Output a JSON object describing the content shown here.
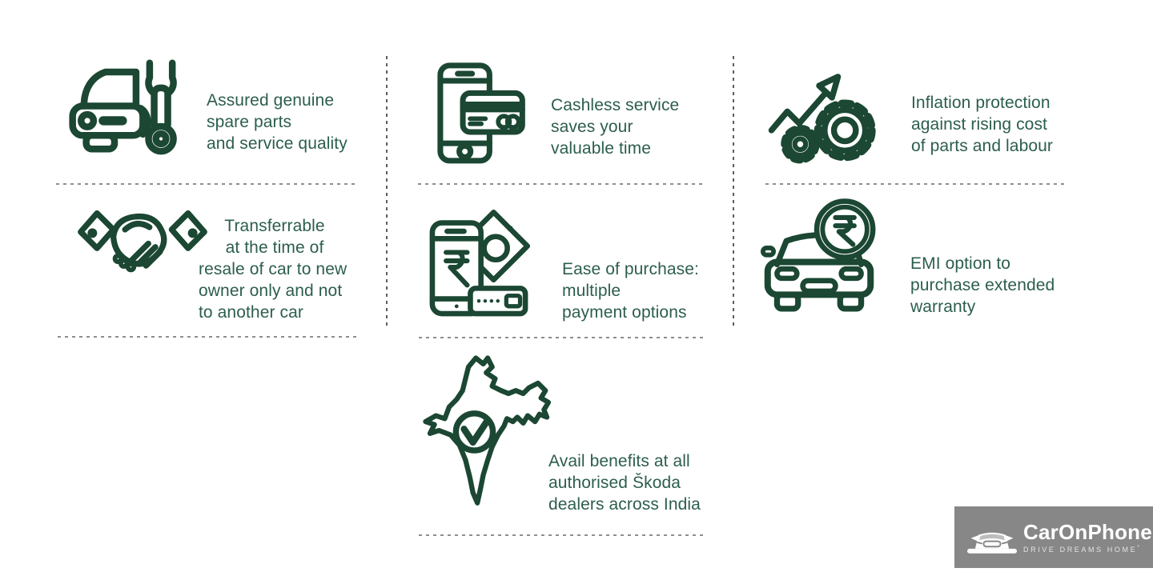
{
  "colors": {
    "icon_green": "#1b4733",
    "text_green": "#2c5e4d",
    "h_dash_grey": "#8e8e8e",
    "v_dash_grey": "#5d5d5d",
    "footer_bg": "#878787",
    "footer_text": "#ffffff",
    "background": "#ffffff"
  },
  "benefits": [
    {
      "id": "genuine-parts",
      "icon": "car-wrench-icon",
      "lines": [
        "Assured genuine",
        "spare parts",
        "and service quality"
      ]
    },
    {
      "id": "cashless",
      "icon": "phone-card-icon",
      "lines": [
        "Cashless service",
        "saves your",
        "valuable time"
      ]
    },
    {
      "id": "inflation",
      "icon": "gears-growth-icon",
      "lines": [
        "Inflation protection",
        "against rising cost",
        "of parts and labour"
      ]
    },
    {
      "id": "transferrable",
      "icon": "handshake-icon",
      "lines": [
        "Transferrable",
        "at the time of",
        "resale of car to new",
        "owner only and not",
        "to another car"
      ]
    },
    {
      "id": "ease-purchase",
      "icon": "phone-money-icon",
      "lines": [
        "Ease of purchase:",
        "multiple",
        "payment options"
      ]
    },
    {
      "id": "emi-option",
      "icon": "car-rupee-icon",
      "lines": [
        "EMI option to",
        "purchase extended",
        "warranty"
      ]
    },
    {
      "id": "dealers-india",
      "icon": "india-map-icon",
      "lines": [
        "Avail benefits at all",
        "authorised Škoda",
        "dealers across India"
      ]
    }
  ],
  "footer": {
    "brand": "CarOnPhone",
    "tagline": "DRIVE DREAMS HOME",
    "tagline_mark": "*"
  }
}
